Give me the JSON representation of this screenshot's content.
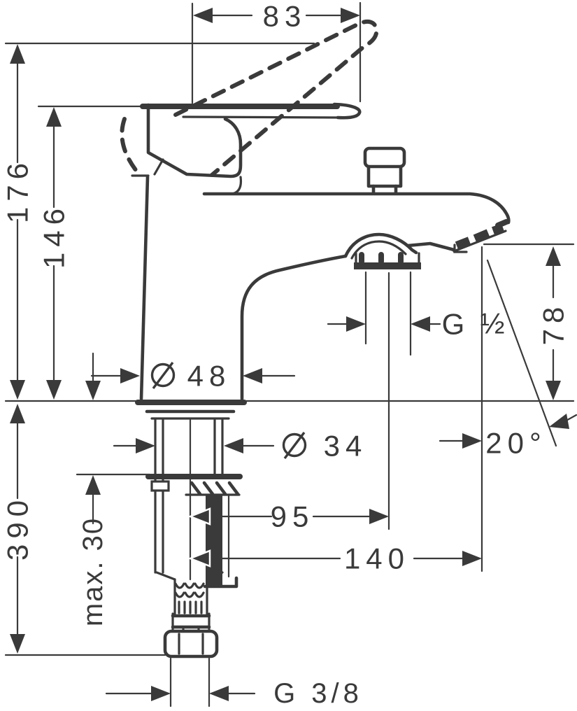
{
  "diagram": {
    "line_color": "#3a3a3a",
    "background": "#ffffff",
    "labels": {
      "dim_83": "83",
      "dim_176": "176",
      "dim_146": "146",
      "dim_390": "390",
      "dim_max_30": "max. 30",
      "dia_48": "48",
      "dia_34": "34",
      "dim_95": "95",
      "dim_140": "140",
      "dim_78": "78",
      "angle_20": "20°",
      "thread_g": "G",
      "thread_g_size": "½",
      "thread_g38": "G 3/8"
    }
  }
}
